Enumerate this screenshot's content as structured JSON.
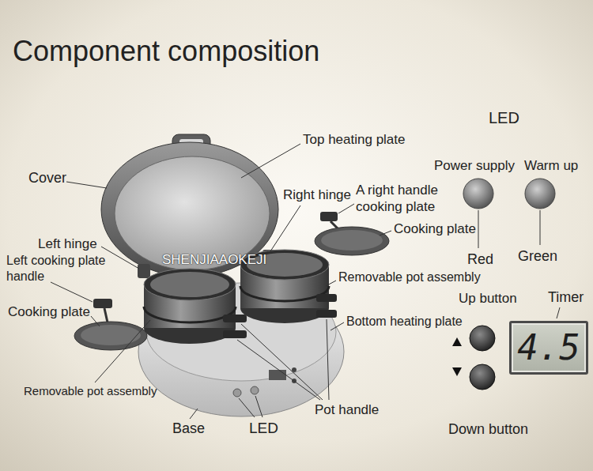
{
  "diagram": {
    "title": "Component composition",
    "nodes": [
      {
        "text": [
          "4.5"
        ]
      }
    ],
    "labels": [
      "Top heating plate",
      "LED",
      "Power supply",
      "Warm up",
      "Cover",
      "Right hinge",
      "A right handle cooking plate",
      "Cooking plate",
      "Left hinge",
      "Left cooking plate handle",
      "SHENJIAAOKEJI",
      "Red",
      "Green",
      "Removable pot assembly",
      "Up button",
      "Timer",
      "Cooking plate",
      "Bottom heating plate",
      "Removable pot assembly",
      "Pot handle",
      "LED",
      "Base",
      "Down button"
    ]
  }
}
